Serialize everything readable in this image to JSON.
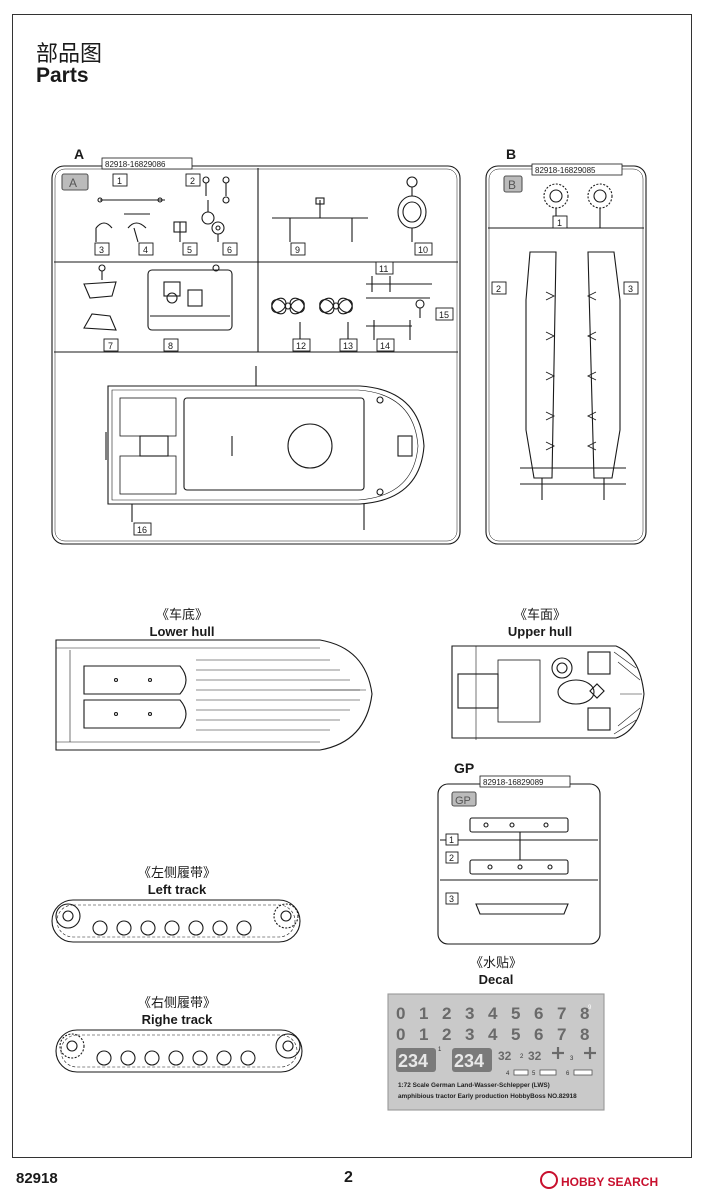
{
  "page": {
    "title_cn": "部品图",
    "title_en": "Parts",
    "page_number": "2",
    "product_code": "82918",
    "watermark": "HOBBY SEARCH"
  },
  "sprue_a": {
    "letter": "A",
    "code": "82918-16829086",
    "part_numbers": [
      "1",
      "2",
      "3",
      "4",
      "5",
      "6",
      "7",
      "8",
      "9",
      "10",
      "11",
      "12",
      "13",
      "14",
      "15",
      "16"
    ]
  },
  "sprue_b": {
    "letter": "B",
    "code": "82918-16829085",
    "part_numbers": [
      "1",
      "2",
      "3"
    ]
  },
  "sprue_gp": {
    "letter": "GP",
    "code": "82918-16829089",
    "part_numbers": [
      "1",
      "2",
      "3"
    ]
  },
  "lower_hull": {
    "cn": "《车底》",
    "en": "Lower hull"
  },
  "upper_hull": {
    "cn": "《车面》",
    "en": "Upper hull"
  },
  "left_track": {
    "cn": "《左侧履带》",
    "en": "Left track"
  },
  "right_track": {
    "cn": "《右侧履带》",
    "en": "Righe track"
  },
  "decal": {
    "cn": "《水贴》",
    "en": "Decal",
    "digits": [
      "0",
      "1",
      "2",
      "3",
      "4",
      "5",
      "6",
      "7",
      "8",
      "9"
    ],
    "big_numbers": [
      "234",
      "234"
    ],
    "small_numbers": [
      "32",
      "32"
    ],
    "index_labels": [
      "1",
      "2",
      "3",
      "4",
      "5",
      "6"
    ],
    "line1": "1:72  Scale    German Land-Wasser-Schlepper (LWS)",
    "line2": "amphibious tractor Early production    HobbyBoss    NO.82918"
  },
  "colors": {
    "ink": "#1a1a1a",
    "decal_bg": "#c9c9c9",
    "decal_print": "#6a6a6a",
    "accent": "#c8102e"
  }
}
